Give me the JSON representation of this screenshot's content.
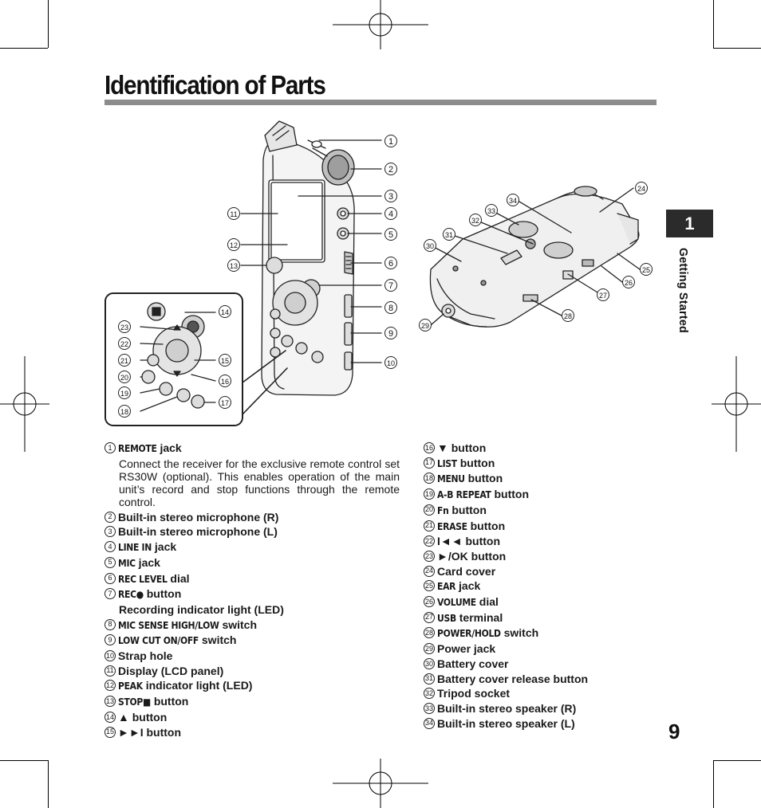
{
  "page": {
    "title": "Identification of Parts",
    "chapter_number": "1",
    "chapter_label": "Getting Started",
    "page_number": "9"
  },
  "diagram_callouts": [
    "1",
    "2",
    "3",
    "4",
    "5",
    "6",
    "7",
    "8",
    "9",
    "10",
    "11",
    "12",
    "13",
    "14",
    "15",
    "16",
    "17",
    "18",
    "19",
    "20",
    "21",
    "22",
    "23",
    "24",
    "25",
    "26",
    "27",
    "28",
    "29",
    "30",
    "31",
    "32",
    "33",
    "34"
  ],
  "parts_left": [
    {
      "num": "1",
      "keyword": "REMOTE",
      "text": " jack",
      "desc": "Connect the receiver for the exclusive remote control set RS30W (optional). This enables operation of the main unit’s record and stop functions through the remote control."
    },
    {
      "num": "2",
      "keyword": "",
      "text": "Built-in stereo microphone (R)"
    },
    {
      "num": "3",
      "keyword": "",
      "text": "Built-in stereo microphone (L)"
    },
    {
      "num": "4",
      "keyword": "LINE IN",
      "text": " jack"
    },
    {
      "num": "5",
      "keyword": "MIC",
      "text": " jack"
    },
    {
      "num": "6",
      "keyword": "REC LEVEL",
      "text": " dial"
    },
    {
      "num": "7",
      "keyword": "REC●",
      "text": " button",
      "sub": "Recording indicator light (LED)"
    },
    {
      "num": "8",
      "keyword": "MIC SENSE HIGH/LOW",
      "text": " switch"
    },
    {
      "num": "9",
      "keyword": "LOW CUT ON/OFF",
      "text": " switch"
    },
    {
      "num": "10",
      "keyword": "",
      "text": "Strap hole"
    },
    {
      "num": "11",
      "keyword": "",
      "text": "Display (LCD panel)"
    },
    {
      "num": "12",
      "keyword": "PEAK",
      "text": " indicator light (LED)"
    },
    {
      "num": "13",
      "keyword": "STOP■",
      "text": " button"
    },
    {
      "num": "14",
      "keyword": "",
      "text": "▲ button"
    },
    {
      "num": "15",
      "keyword": "",
      "text": "►►I button"
    }
  ],
  "parts_right": [
    {
      "num": "16",
      "keyword": "",
      "text": "▼ button"
    },
    {
      "num": "17",
      "keyword": "LIST",
      "text": " button"
    },
    {
      "num": "18",
      "keyword": "MENU",
      "text": " button"
    },
    {
      "num": "19",
      "keyword": "A-B REPEAT",
      "text": " button"
    },
    {
      "num": "20",
      "keyword": "Fn",
      "text": " button"
    },
    {
      "num": "21",
      "keyword": "ERASE",
      "text": " button"
    },
    {
      "num": "22",
      "keyword": "",
      "text": "I◄◄ button"
    },
    {
      "num": "23",
      "keyword": "",
      "text": "►/OK button"
    },
    {
      "num": "24",
      "keyword": "",
      "text": "Card cover"
    },
    {
      "num": "25",
      "keyword": "EAR",
      "text": " jack"
    },
    {
      "num": "26",
      "keyword": "VOLUME",
      "text": " dial"
    },
    {
      "num": "27",
      "keyword": "USB",
      "text": " terminal"
    },
    {
      "num": "28",
      "keyword": "POWER/HOLD",
      "text": " switch"
    },
    {
      "num": "29",
      "keyword": "",
      "text": "Power jack"
    },
    {
      "num": "30",
      "keyword": "",
      "text": "Battery cover"
    },
    {
      "num": "31",
      "keyword": "",
      "text": "Battery cover release button"
    },
    {
      "num": "32",
      "keyword": "",
      "text": "Tripod socket"
    },
    {
      "num": "33",
      "keyword": "",
      "text": "Built-in stereo speaker (R)"
    },
    {
      "num": "34",
      "keyword": "",
      "text": "Built-in stereo speaker (L)"
    }
  ]
}
